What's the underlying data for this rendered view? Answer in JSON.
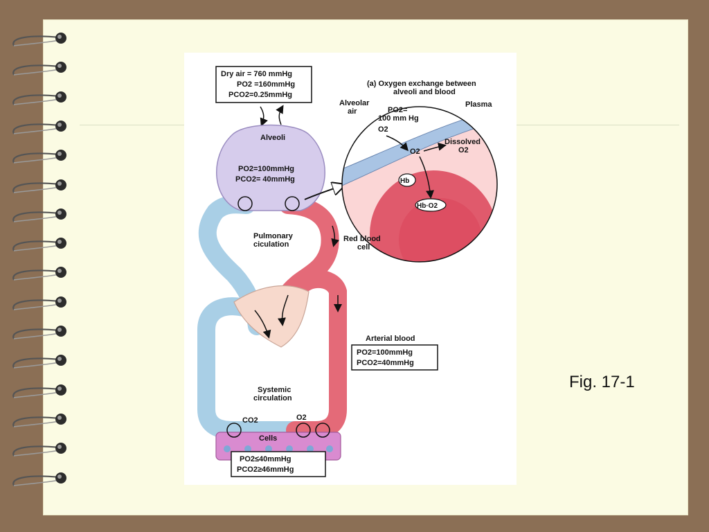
{
  "slide": {
    "caption": "Fig. 17-1"
  },
  "diagram": {
    "dry_air_box": {
      "line1": "Dry air = 760 mmHg",
      "line2": "PO2 =160mmHg",
      "line3": "PCO2=0.25mmHg"
    },
    "alveoli": {
      "label": "Alveoli",
      "po2": "PO2=100mmHg",
      "pco2": "PCO2= 40mmHg"
    },
    "pulmonary_label": {
      "line1": "Pulmonary",
      "line2": "ciculation"
    },
    "systemic_label": {
      "line1": "Systemic",
      "line2": "circulation"
    },
    "arterial_box": {
      "title": "Arterial blood",
      "po2": "PO2=100mmHg",
      "pco2": "PCO2=40mmHg"
    },
    "cells": {
      "co2": "CO2",
      "o2": "O2",
      "label": "Cells"
    },
    "venous_box": {
      "po2": "PO2≤40mmHg",
      "pco2": "PCO2≥46mmHg"
    },
    "inset": {
      "title_line1": "(a) Oxygen exchange between",
      "title_line2": "alveoli and blood",
      "alveolar_air_line1": "Alveolar",
      "alveolar_air_line2": "air",
      "po2_line1": "PO2=",
      "po2_line2": "100 mm Hg",
      "o2_a": "O2",
      "o2_b": "O2",
      "plasma": "Plasma",
      "dissolved_line1": "Dissolved",
      "dissolved_line2": "O2",
      "hb": "Hb",
      "hbo2": "Hb·O2",
      "rbc_line1": "Red blood",
      "rbc_line2": "cell"
    }
  },
  "colors": {
    "background": "#8b6f55",
    "paper": "#fbfbe3",
    "venous": "#a9cfe6",
    "arterial": "#e46a78",
    "alveoli": "#d6ccec",
    "cells": "#d98bd0"
  },
  "icons": {
    "binding": "spiral-ring-icon"
  }
}
